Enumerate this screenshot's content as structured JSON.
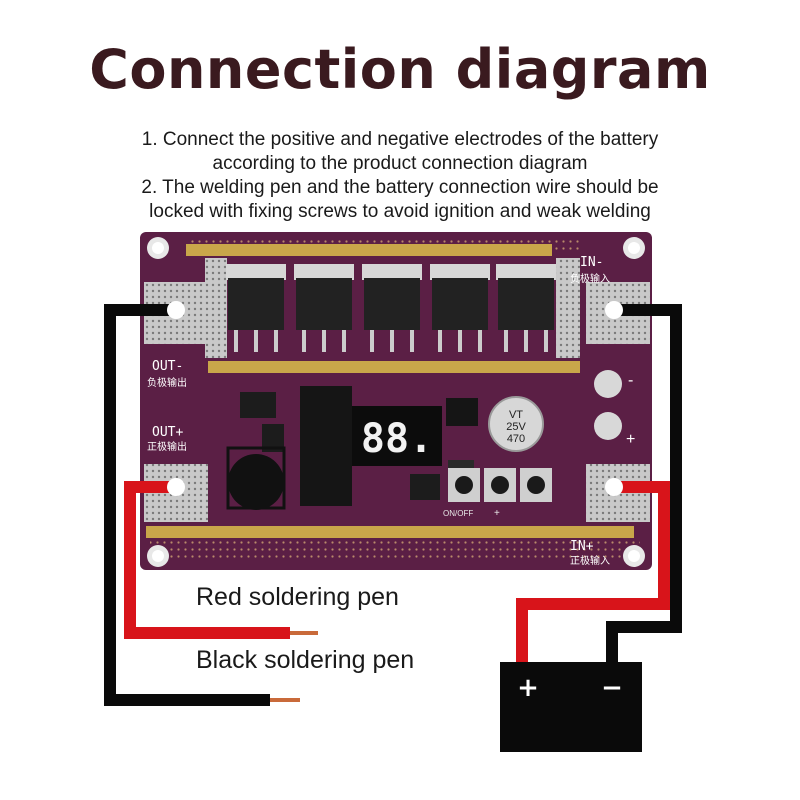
{
  "title": "Connection diagram",
  "notes": [
    {
      "line1": "1. Connect the positive and negative electrodes of the battery",
      "line2": "according to the product connection diagram"
    },
    {
      "line1": "2. The welding pen and the battery connection wire should be",
      "line2": "locked with fixing screws to avoid ignition and weak welding"
    }
  ],
  "board": {
    "in_neg": "IN-",
    "in_neg_cn": "负极输入",
    "in_pos": "IN+",
    "in_pos_cn": "正极输入",
    "out_neg": "OUT-",
    "out_neg_cn": "负极输出",
    "out_pos": "OUT+",
    "out_pos_cn": "正极输出",
    "display": "88.",
    "cap_line1": "470",
    "cap_line2": "25V",
    "cap_line3": "VT",
    "switch_label": "ON/OFF",
    "plus_mark": "+",
    "minus_mark": "-",
    "sw_plus": "+"
  },
  "pens": {
    "red": "Red soldering pen",
    "black": "Black soldering pen"
  },
  "battery": {
    "plus": "+",
    "minus": "−"
  },
  "colors": {
    "board": "#5b1f45",
    "wire_red": "#d8141a",
    "wire_black": "#0a0a0a",
    "gold": "#c9a64a"
  }
}
